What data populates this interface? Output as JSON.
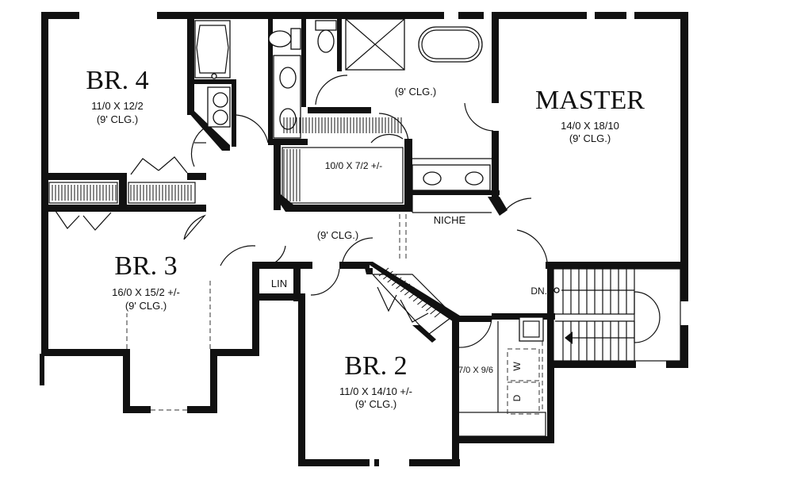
{
  "rooms": {
    "br4": {
      "name": "BR. 4",
      "size": "11/0  X  12/2",
      "ceiling": "(9' CLG.)"
    },
    "br3": {
      "name": "BR. 3",
      "size": "16/0  X  15/2 +/-",
      "ceiling": "(9' CLG.)"
    },
    "br2": {
      "name": "BR. 2",
      "size": "11/0  X  14/10 +/-",
      "ceiling": "(9' CLG.)"
    },
    "master": {
      "name": "MASTER",
      "size": "14/0  X  18/10",
      "ceiling": "(9' CLG.)"
    },
    "master_bath": {
      "ceiling": "(9' CLG.)"
    },
    "closet": {
      "size": "10/0  X  7/2 +/-"
    },
    "hall": {
      "ceiling": "(9' CLG.)"
    },
    "laundry": {
      "size": "7/0 X 9/6",
      "washer": "W",
      "dryer": "D"
    }
  },
  "labels": {
    "niche": "NICHE",
    "linen": "LIN",
    "stair_down": "DN."
  }
}
